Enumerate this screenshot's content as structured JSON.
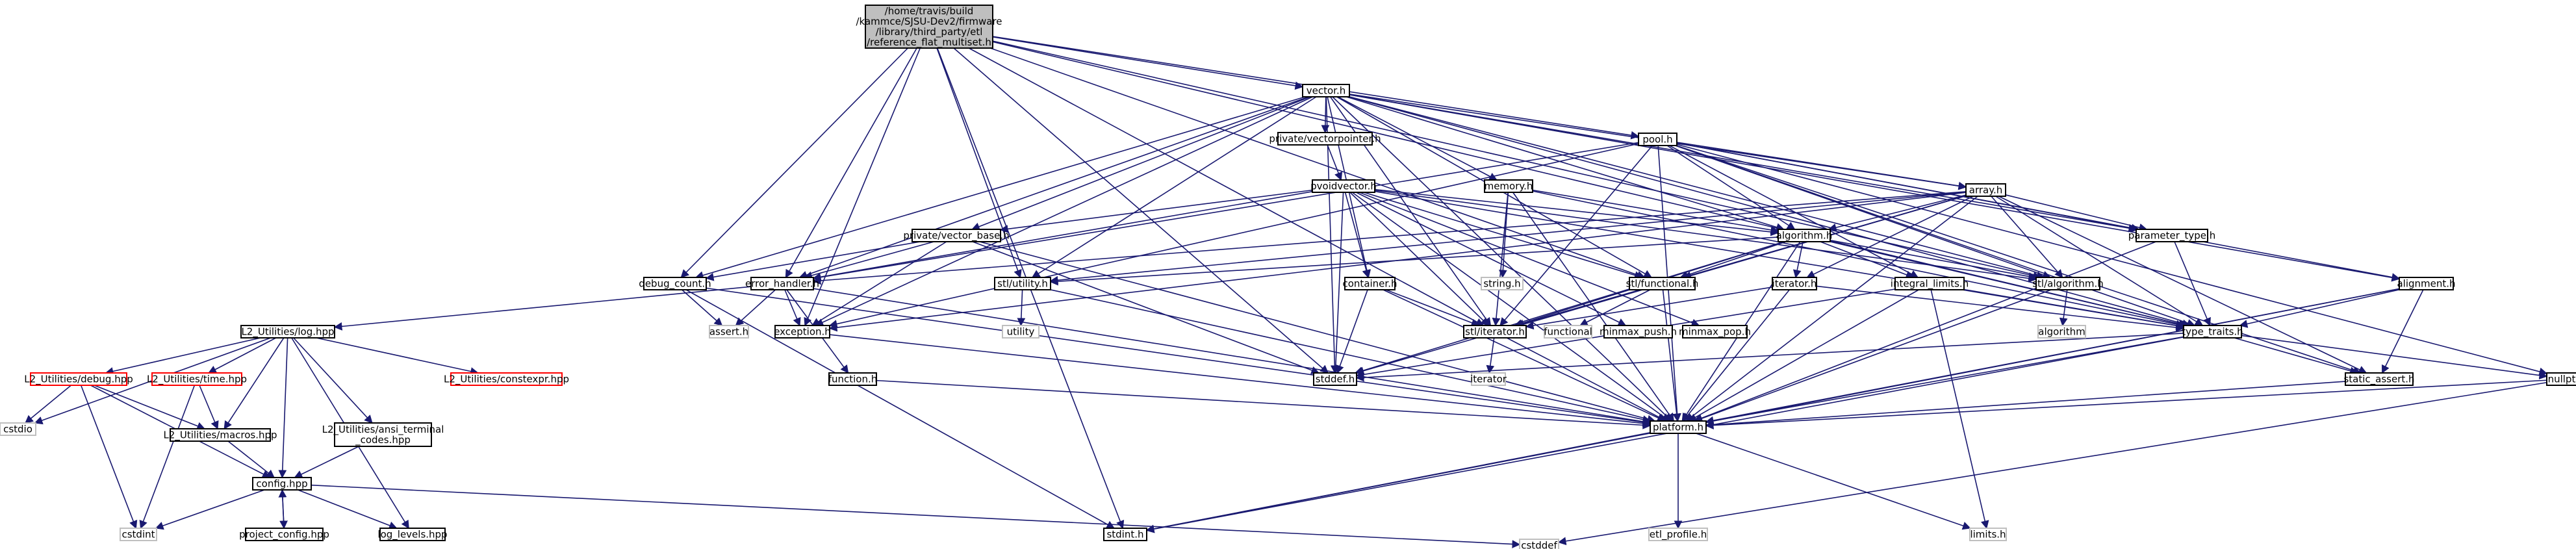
{
  "graph": {
    "kind": "include-dependency-graph",
    "styles": {
      "root": {
        "fill": "#bfbfbf",
        "stroke": "#000000",
        "text": "#000000"
      },
      "normal": {
        "fill": "#ffffff",
        "stroke": "#000000",
        "text": "#000000"
      },
      "missing": {
        "fill": "#ffffff",
        "stroke": "#ff0000",
        "text": "#000000"
      },
      "system": {
        "fill": "#ffffff",
        "stroke": "#bfbfbf",
        "text": "#000000"
      },
      "edge": "#191970"
    },
    "nodes": [
      {
        "id": "root",
        "label": "/home/travis/build\n/kammce/SJSU-Dev2/firmware\n/library/third_party/etl\n/reference_flat_multiset.h",
        "style": "root"
      },
      {
        "id": "vector",
        "label": "vector.h",
        "style": "normal"
      },
      {
        "id": "pool",
        "label": "pool.h",
        "style": "normal"
      },
      {
        "id": "private_vectorpointer",
        "label": "private/vectorpointer.h",
        "style": "normal"
      },
      {
        "id": "pvoidvector",
        "label": "pvoidvector.h",
        "style": "normal"
      },
      {
        "id": "memory",
        "label": "memory.h",
        "style": "normal"
      },
      {
        "id": "array",
        "label": "array.h",
        "style": "normal"
      },
      {
        "id": "private_vector_base",
        "label": "private/vector_base.h",
        "style": "normal"
      },
      {
        "id": "algorithm",
        "label": "algorithm.h",
        "style": "normal"
      },
      {
        "id": "parameter_type",
        "label": "parameter_type.h",
        "style": "normal"
      },
      {
        "id": "debug_count",
        "label": "debug_count.h",
        "style": "normal"
      },
      {
        "id": "error_handler",
        "label": "error_handler.h",
        "style": "normal"
      },
      {
        "id": "stl_utility",
        "label": "stl/utility.h",
        "style": "normal"
      },
      {
        "id": "container",
        "label": "container.h",
        "style": "normal"
      },
      {
        "id": "stl_functional",
        "label": "stl/functional.h",
        "style": "normal"
      },
      {
        "id": "iterator",
        "label": "iterator.h",
        "style": "normal"
      },
      {
        "id": "integral_limits",
        "label": "integral_limits.h",
        "style": "normal"
      },
      {
        "id": "stl_algorithm",
        "label": "stl/algorithm.h",
        "style": "normal"
      },
      {
        "id": "alignment",
        "label": "alignment.h",
        "style": "normal"
      },
      {
        "id": "string",
        "label": "string.h",
        "style": "system"
      },
      {
        "id": "log_hpp",
        "label": "L2_Utilities/log.hpp",
        "style": "normal"
      },
      {
        "id": "assert",
        "label": "assert.h",
        "style": "system"
      },
      {
        "id": "exception",
        "label": "exception.h",
        "style": "normal"
      },
      {
        "id": "utility",
        "label": "utility",
        "style": "system"
      },
      {
        "id": "stl_iterator",
        "label": "stl/iterator.h",
        "style": "normal"
      },
      {
        "id": "functional",
        "label": "functional",
        "style": "system"
      },
      {
        "id": "minmax_push",
        "label": "minmax_push.h",
        "style": "normal"
      },
      {
        "id": "minmax_pop",
        "label": "minmax_pop.h",
        "style": "normal"
      },
      {
        "id": "type_traits",
        "label": "type_traits.h",
        "style": "normal"
      },
      {
        "id": "algorithm_sys",
        "label": "algorithm",
        "style": "system"
      },
      {
        "id": "debug_hpp",
        "label": "L2_Utilities/debug.hpp",
        "style": "missing"
      },
      {
        "id": "time_hpp",
        "label": "L2_Utilities/time.hpp",
        "style": "missing"
      },
      {
        "id": "constexpr_hpp",
        "label": "L2_Utilities/constexpr.hpp",
        "style": "missing"
      },
      {
        "id": "stddef",
        "label": "stddef.h",
        "style": "normal"
      },
      {
        "id": "static_assert",
        "label": "static_assert.h",
        "style": "normal"
      },
      {
        "id": "nullptr",
        "label": "nullptr.h",
        "style": "normal"
      },
      {
        "id": "function",
        "label": "function.h",
        "style": "normal"
      },
      {
        "id": "iterator_sys",
        "label": "iterator",
        "style": "system"
      },
      {
        "id": "cstdio",
        "label": "cstdio",
        "style": "system"
      },
      {
        "id": "macros_hpp",
        "label": "L2_Utilities/macros.hpp",
        "style": "normal"
      },
      {
        "id": "ansi_hpp",
        "label": "L2_Utilities/ansi_terminal\n_codes.hpp",
        "style": "normal"
      },
      {
        "id": "platform",
        "label": "platform.h",
        "style": "normal"
      },
      {
        "id": "config_hpp",
        "label": "config.hpp",
        "style": "normal"
      },
      {
        "id": "stdint",
        "label": "stdint.h",
        "style": "normal"
      },
      {
        "id": "etl_profile",
        "label": "etl_profile.h",
        "style": "system"
      },
      {
        "id": "limits",
        "label": "limits.h",
        "style": "system"
      },
      {
        "id": "cstdint",
        "label": "cstdint",
        "style": "system"
      },
      {
        "id": "project_config",
        "label": "project_config.hpp",
        "style": "normal"
      },
      {
        "id": "log_levels",
        "label": "log_levels.hpp",
        "style": "normal"
      },
      {
        "id": "cstddef",
        "label": "cstddef",
        "style": "system"
      }
    ],
    "edges": [
      [
        "root",
        "vector"
      ],
      [
        "root",
        "pool"
      ],
      [
        "root",
        "error_handler"
      ],
      [
        "root",
        "exception"
      ],
      [
        "root",
        "stl_utility"
      ],
      [
        "root",
        "stl_iterator"
      ],
      [
        "root",
        "stl_functional"
      ],
      [
        "root",
        "stl_algorithm"
      ],
      [
        "root",
        "type_traits"
      ],
      [
        "root",
        "debug_count"
      ],
      [
        "root",
        "stddef"
      ],
      [
        "root",
        "stdint"
      ],
      [
        "vector",
        "private_vectorpointer"
      ],
      [
        "vector",
        "memory"
      ],
      [
        "vector",
        "array"
      ],
      [
        "vector",
        "private_vector_base"
      ],
      [
        "vector",
        "algorithm"
      ],
      [
        "vector",
        "parameter_type"
      ],
      [
        "vector",
        "debug_count"
      ],
      [
        "vector",
        "error_handler"
      ],
      [
        "vector",
        "container"
      ],
      [
        "vector",
        "stl_functional"
      ],
      [
        "vector",
        "stl_iterator"
      ],
      [
        "vector",
        "stl_algorithm"
      ],
      [
        "vector",
        "alignment"
      ],
      [
        "vector",
        "type_traits"
      ],
      [
        "vector",
        "exception"
      ],
      [
        "vector",
        "stddef"
      ],
      [
        "vector",
        "platform"
      ],
      [
        "vector",
        "stl_utility"
      ],
      [
        "pool",
        "array"
      ],
      [
        "pool",
        "algorithm"
      ],
      [
        "pool",
        "parameter_type"
      ],
      [
        "pool",
        "alignment"
      ],
      [
        "pool",
        "nullptr"
      ],
      [
        "pool",
        "static_assert"
      ],
      [
        "pool",
        "integral_limits"
      ],
      [
        "pool",
        "stl_algorithm"
      ],
      [
        "pool",
        "type_traits"
      ],
      [
        "pool",
        "error_handler"
      ],
      [
        "pool",
        "exception"
      ],
      [
        "pool",
        "platform"
      ],
      [
        "pool",
        "stl_iterator"
      ],
      [
        "private_vectorpointer",
        "pvoidvector"
      ],
      [
        "pvoidvector",
        "algorithm"
      ],
      [
        "pvoidvector",
        "error_handler"
      ],
      [
        "pvoidvector",
        "private_vector_base"
      ],
      [
        "pvoidvector",
        "stl_functional"
      ],
      [
        "pvoidvector",
        "stl_iterator"
      ],
      [
        "pvoidvector",
        "type_traits"
      ],
      [
        "pvoidvector",
        "minmax_push"
      ],
      [
        "pvoidvector",
        "minmax_pop"
      ],
      [
        "pvoidvector",
        "platform"
      ],
      [
        "pvoidvector",
        "stddef"
      ],
      [
        "pvoidvector",
        "stl_algorithm"
      ],
      [
        "pvoidvector",
        "container"
      ],
      [
        "memory",
        "string"
      ],
      [
        "memory",
        "algorithm"
      ],
      [
        "memory",
        "stl_iterator"
      ],
      [
        "memory",
        "type_traits"
      ],
      [
        "memory",
        "platform"
      ],
      [
        "array",
        "algorithm"
      ],
      [
        "array",
        "parameter_type"
      ],
      [
        "array",
        "stl_utility"
      ],
      [
        "array",
        "stl_functional"
      ],
      [
        "array",
        "stl_iterator"
      ],
      [
        "array",
        "stl_algorithm"
      ],
      [
        "array",
        "type_traits"
      ],
      [
        "array",
        "static_assert"
      ],
      [
        "array",
        "error_handler"
      ],
      [
        "array",
        "exception"
      ],
      [
        "array",
        "platform"
      ],
      [
        "array",
        "stddef"
      ],
      [
        "array",
        "iterator"
      ],
      [
        "private_vector_base",
        "debug_count"
      ],
      [
        "private_vector_base",
        "error_handler"
      ],
      [
        "private_vector_base",
        "exception"
      ],
      [
        "private_vector_base",
        "stddef"
      ],
      [
        "private_vector_base",
        "platform"
      ],
      [
        "algorithm",
        "stl_algorithm"
      ],
      [
        "algorithm",
        "stl_functional"
      ],
      [
        "algorithm",
        "stl_iterator"
      ],
      [
        "algorithm",
        "type_traits"
      ],
      [
        "algorithm",
        "iterator"
      ],
      [
        "algorithm",
        "platform"
      ],
      [
        "algorithm",
        "stl_utility"
      ],
      [
        "algorithm",
        "integral_limits"
      ],
      [
        "algorithm",
        "stddef"
      ],
      [
        "parameter_type",
        "type_traits"
      ],
      [
        "parameter_type",
        "platform"
      ],
      [
        "debug_count",
        "assert"
      ],
      [
        "debug_count",
        "stdint"
      ],
      [
        "debug_count",
        "platform"
      ],
      [
        "error_handler",
        "exception"
      ],
      [
        "error_handler",
        "function"
      ],
      [
        "error_handler",
        "assert"
      ],
      [
        "error_handler",
        "log_hpp"
      ],
      [
        "error_handler",
        "platform"
      ],
      [
        "stl_utility",
        "utility"
      ],
      [
        "stl_utility",
        "platform"
      ],
      [
        "container",
        "stl_iterator"
      ],
      [
        "container",
        "stddef"
      ],
      [
        "container",
        "platform"
      ],
      [
        "stl_functional",
        "functional"
      ],
      [
        "stl_functional",
        "platform"
      ],
      [
        "iterator",
        "stl_iterator"
      ],
      [
        "iterator",
        "type_traits"
      ],
      [
        "iterator",
        "platform"
      ],
      [
        "integral_limits",
        "limits"
      ],
      [
        "integral_limits",
        "type_traits"
      ],
      [
        "integral_limits",
        "stddef"
      ],
      [
        "integral_limits",
        "platform"
      ],
      [
        "stl_algorithm",
        "algorithm_sys"
      ],
      [
        "stl_algorithm",
        "platform"
      ],
      [
        "alignment",
        "type_traits"
      ],
      [
        "alignment",
        "static_assert"
      ],
      [
        "alignment",
        "stdint"
      ],
      [
        "alignment",
        "platform"
      ],
      [
        "log_hpp",
        "debug_hpp"
      ],
      [
        "log_hpp",
        "time_hpp"
      ],
      [
        "log_hpp",
        "constexpr_hpp"
      ],
      [
        "log_hpp",
        "cstdio"
      ],
      [
        "log_hpp",
        "macros_hpp"
      ],
      [
        "log_hpp",
        "ansi_hpp"
      ],
      [
        "log_hpp",
        "config_hpp"
      ],
      [
        "log_hpp",
        "log_levels"
      ],
      [
        "exception",
        "platform"
      ],
      [
        "stl_iterator",
        "iterator_sys"
      ],
      [
        "stl_iterator",
        "platform"
      ],
      [
        "type_traits",
        "stddef"
      ],
      [
        "type_traits",
        "static_assert"
      ],
      [
        "type_traits",
        "nullptr"
      ],
      [
        "type_traits",
        "platform"
      ],
      [
        "type_traits",
        "stdint"
      ],
      [
        "debug_hpp",
        "cstdio"
      ],
      [
        "debug_hpp",
        "macros_hpp"
      ],
      [
        "debug_hpp",
        "config_hpp"
      ],
      [
        "debug_hpp",
        "cstdint"
      ],
      [
        "time_hpp",
        "macros_hpp"
      ],
      [
        "time_hpp",
        "cstdint"
      ],
      [
        "static_assert",
        "platform"
      ],
      [
        "nullptr",
        "platform"
      ],
      [
        "nullptr",
        "cstddef"
      ],
      [
        "function",
        "platform"
      ],
      [
        "macros_hpp",
        "config_hpp"
      ],
      [
        "ansi_hpp",
        "config_hpp"
      ],
      [
        "platform",
        "stdint"
      ],
      [
        "platform",
        "etl_profile"
      ],
      [
        "platform",
        "limits"
      ],
      [
        "config_hpp",
        "cstdint"
      ],
      [
        "config_hpp",
        "project_config"
      ],
      [
        "config_hpp",
        "log_levels"
      ],
      [
        "config_hpp",
        "cstddef"
      ],
      [
        "project_config",
        "config_hpp"
      ]
    ]
  }
}
